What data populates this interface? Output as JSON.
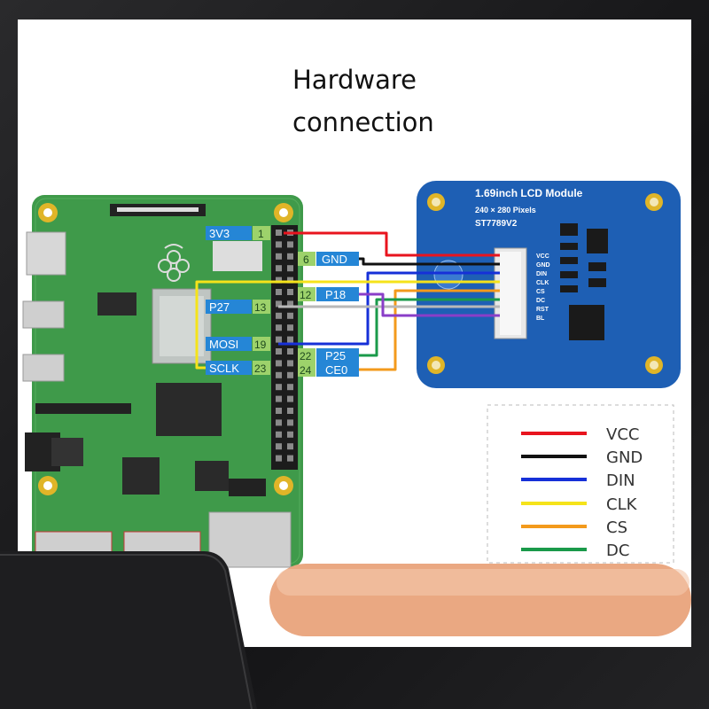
{
  "title": {
    "line1": "Hardware",
    "line2": "connection"
  },
  "lcd_module": {
    "name": "1.69inch LCD Module",
    "resolution": "240 × 280 Pixels",
    "driver": "ST7789V2",
    "pins": [
      "VCC",
      "GND",
      "DIN",
      "CLK",
      "CS",
      "DC",
      "RST",
      "BL"
    ]
  },
  "pi_pins": {
    "left": [
      {
        "label": "3V3",
        "num": "1"
      },
      {
        "label": "P27",
        "num": "13"
      },
      {
        "label": "MOSI",
        "num": "19"
      },
      {
        "label": "SCLK",
        "num": "23"
      }
    ],
    "right": [
      {
        "label": "GND",
        "num": "6"
      },
      {
        "label": "P18",
        "num": "12"
      },
      {
        "label": "P25",
        "num": "22"
      },
      {
        "label": "CE0",
        "num": "24"
      }
    ]
  },
  "legend": [
    {
      "label": "VCC",
      "color": "#e8141e"
    },
    {
      "label": "GND",
      "color": "#111111"
    },
    {
      "label": "DIN",
      "color": "#1630d8"
    },
    {
      "label": "CLK",
      "color": "#f5e31a"
    },
    {
      "label": "CS",
      "color": "#f39a1c"
    },
    {
      "label": "DC",
      "color": "#1a9a4a"
    }
  ],
  "colors": {
    "vcc": "#e8141e",
    "gnd": "#111111",
    "din": "#1630d8",
    "clk": "#f5e31a",
    "cs": "#f39a1c",
    "dc": "#1a9a4a",
    "rst": "#b8b8b8",
    "bl": "#8a3ec8",
    "pcb_green": "#3f9a4a",
    "lcd_blue": "#1e5fb4",
    "pin_label_bg": "#2586d6"
  }
}
